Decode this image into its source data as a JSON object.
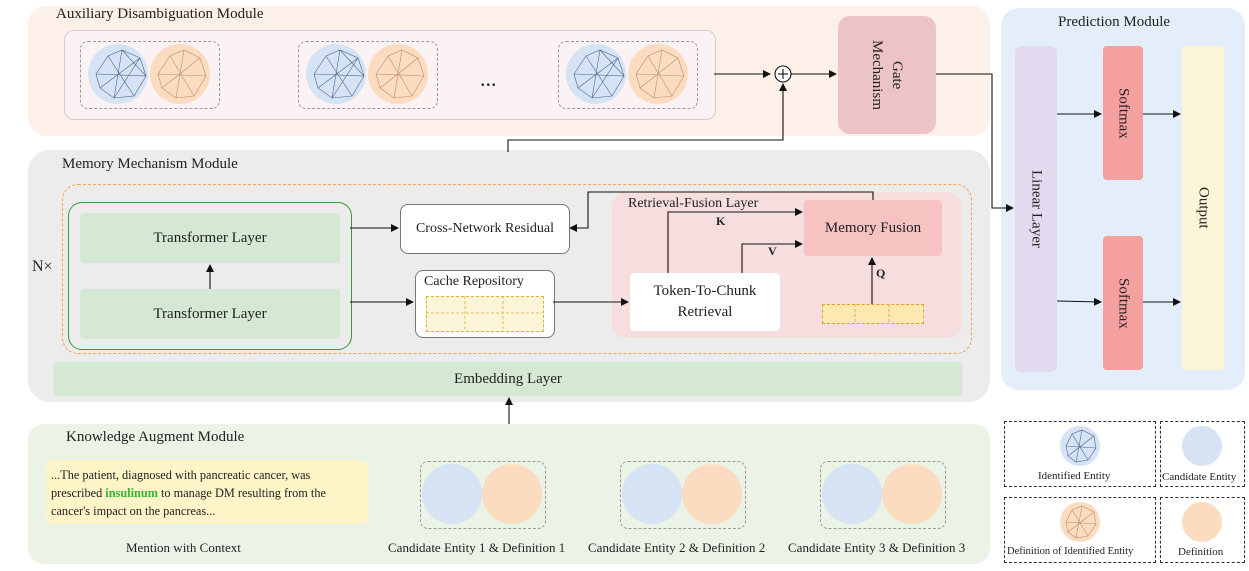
{
  "aux": {
    "title": "Auxiliary Disambiguation Module",
    "ellipsis": "...",
    "gate_label": "Gate Mechanism"
  },
  "prediction": {
    "title": "Prediction Module",
    "linear_label": "Linear Layer",
    "softmax_label": "Softmax",
    "output_label": "Output"
  },
  "memory": {
    "title": "Memory Mechanism Module",
    "repeat_label": "N×",
    "transformer_top": "Transformer Layer",
    "transformer_bottom": "Transformer Layer",
    "residual_label": "Cross-Network Residual",
    "cache_label": "Cache Repository",
    "retrieval_fusion_title": "Retrieval-Fusion Layer",
    "memory_fusion_label": "Memory Fusion",
    "token_chunk_label": "Token-To-Chunk Retrieval",
    "k_label": "K",
    "v_label": "V",
    "q_label": "Q",
    "embedding_label": "Embedding Layer"
  },
  "knowledge": {
    "title": "Knowledge Augment Module",
    "context_before": "...The patient, diagnosed with pancreatic cancer, was prescribed ",
    "context_mention": "insulinum",
    "context_after": " to manage DM resulting from the cancer's impact on the pancreas...",
    "mention_caption": "Mention with Context",
    "candidate_captions": [
      "Candidate Entity 1 & Definition 1",
      "Candidate Entity 2 & Definition 2",
      "Candidate Entity 3 & Definition 3"
    ]
  },
  "legend": {
    "identified_entity": "Identified  Entity",
    "candidate_entity": "Candidate Entity",
    "definition_identified": "Definition of Identified Entity",
    "definition": "Definition"
  },
  "colors": {
    "aux_bg": "#fdf0e8",
    "memory_bg": "#ececec",
    "knowledge_bg": "#ebf2e6",
    "prediction_bg": "#e3eefa",
    "green_box": "#d5e8d4",
    "gate": "#ecc4c6",
    "softmax": "#f4a0a0",
    "linear": "#e4daef",
    "output": "#fdf5d8",
    "retrieval_bg": "#f6dede",
    "memory_fusion": "#f6c2c2",
    "mention_highlight": "#36b536"
  }
}
